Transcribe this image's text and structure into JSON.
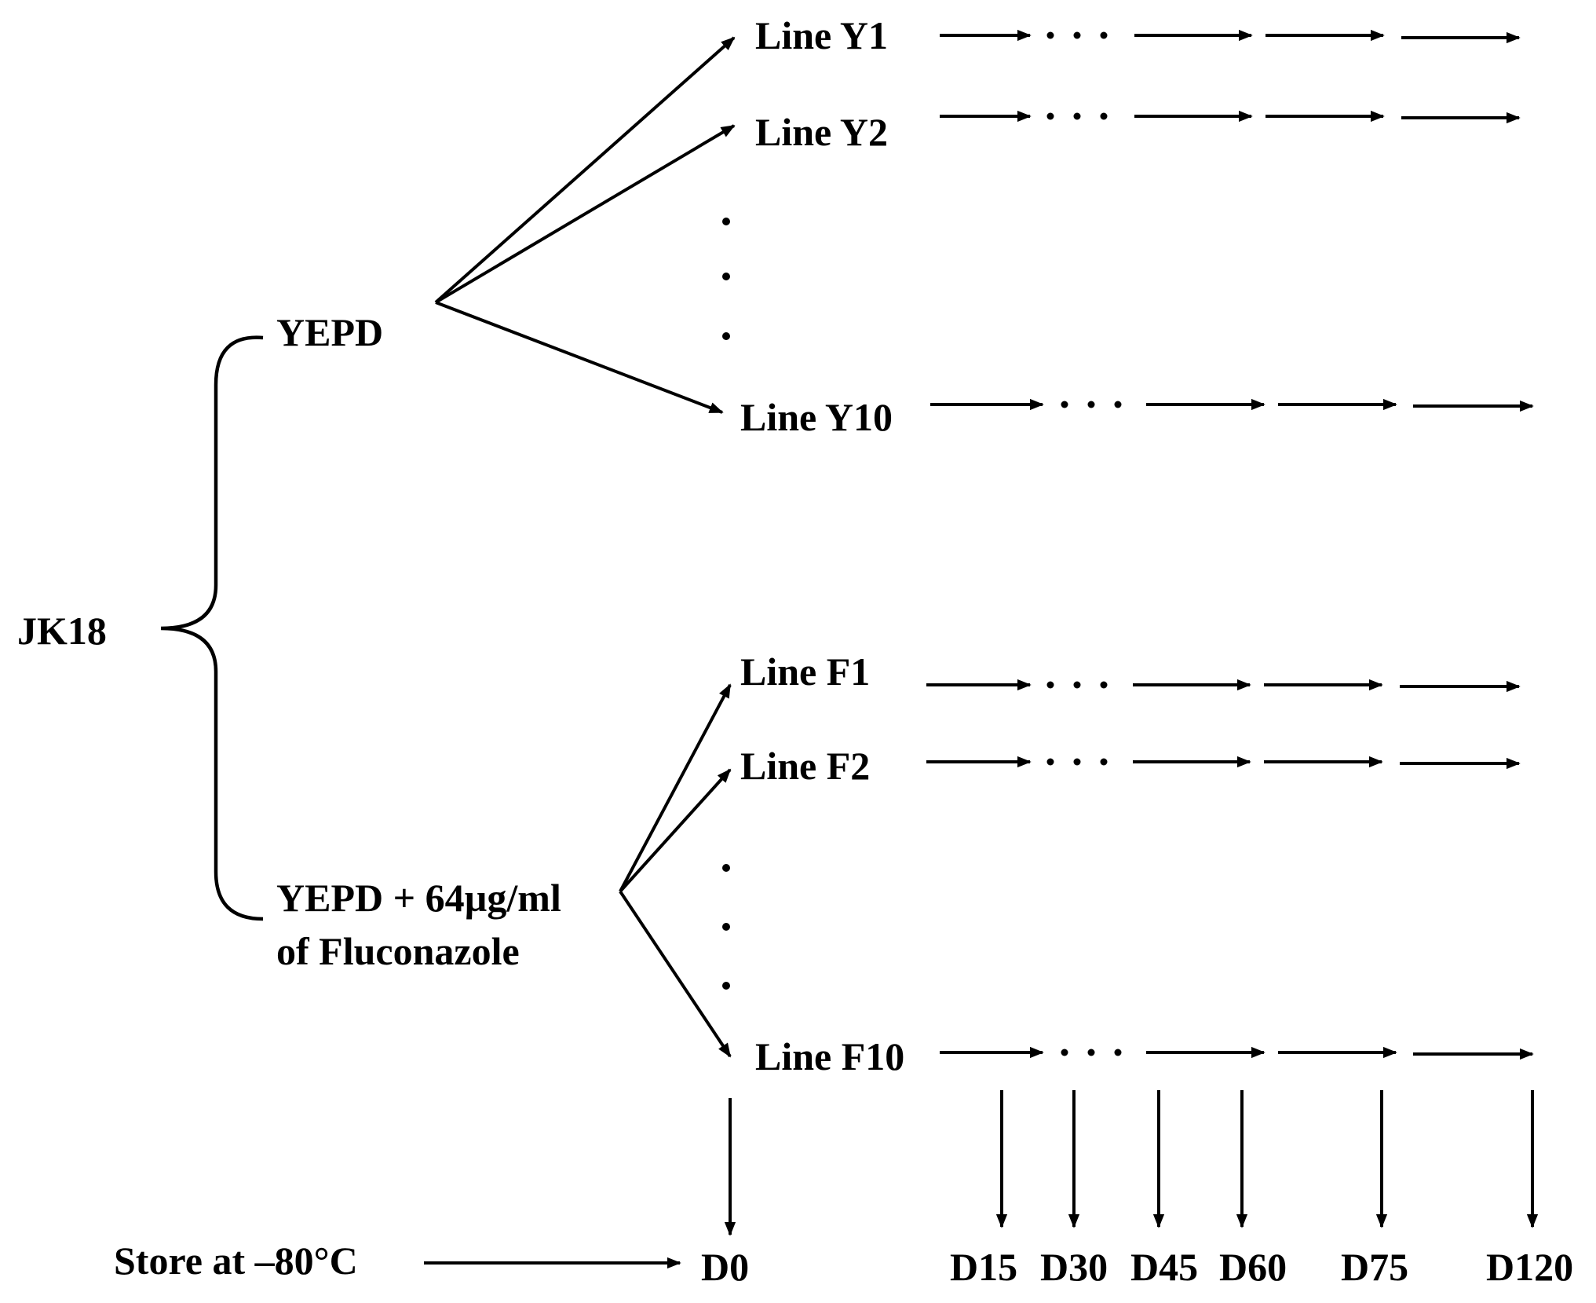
{
  "root": "JK18",
  "conditions": {
    "yepd": "YEPD",
    "fluconazole_line1": "YEPD + 64µg/ml",
    "fluconazole_line2": "of Fluconazole"
  },
  "lines": {
    "y1": "Line Y1",
    "y2": "Line Y2",
    "y10": "Line Y10",
    "f1": "Line F1",
    "f2": "Line F2",
    "f10": "Line F10"
  },
  "storage_label": "Store at –80°C",
  "days": [
    "D0",
    "D15",
    "D30",
    "D45",
    "D60",
    "D75",
    "D120"
  ]
}
